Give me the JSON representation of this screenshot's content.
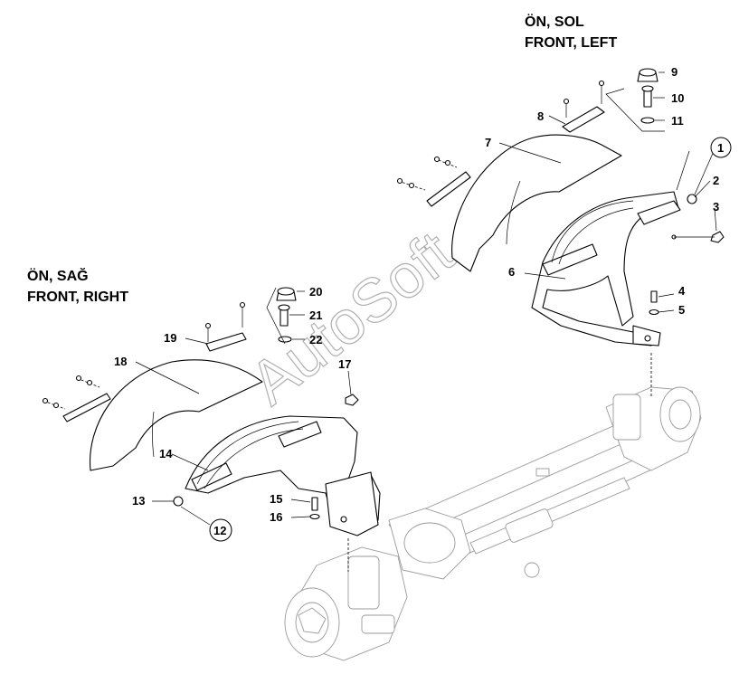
{
  "titles": {
    "left_group_tr": "ÖN, SOL",
    "left_group_en": "FRONT, LEFT",
    "right_group_tr": "ÖN, SAĞ",
    "right_group_en": "FRONT, RIGHT"
  },
  "watermark": "AutoSoft",
  "callouts": {
    "c1": "1",
    "c2": "2",
    "c3": "3",
    "c4": "4",
    "c5": "5",
    "c6": "6",
    "c7": "7",
    "c8": "8",
    "c9": "9",
    "c10": "10",
    "c11": "11",
    "c12": "12",
    "c13": "13",
    "c14": "14",
    "c15": "15",
    "c16": "16",
    "c17": "17",
    "c18": "18",
    "c19": "19",
    "c20": "20",
    "c21": "21",
    "c22": "22"
  }
}
